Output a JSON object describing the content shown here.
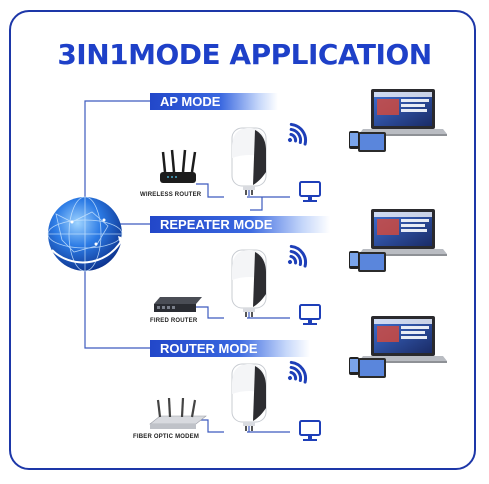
{
  "title": "3IN1MODE APPLICATION",
  "modes": [
    {
      "label": "AP MODE",
      "source_label": "WIRELESS ROUTER"
    },
    {
      "label": "REPEATER MODE",
      "source_label": "FIRED ROUTER"
    },
    {
      "label": "ROUTER MODE",
      "source_label": "FIBER OPTIC MODEM"
    }
  ],
  "colors": {
    "accent": "#1e40c8",
    "frame": "#1d37a8",
    "line": "#3d5bbf"
  }
}
